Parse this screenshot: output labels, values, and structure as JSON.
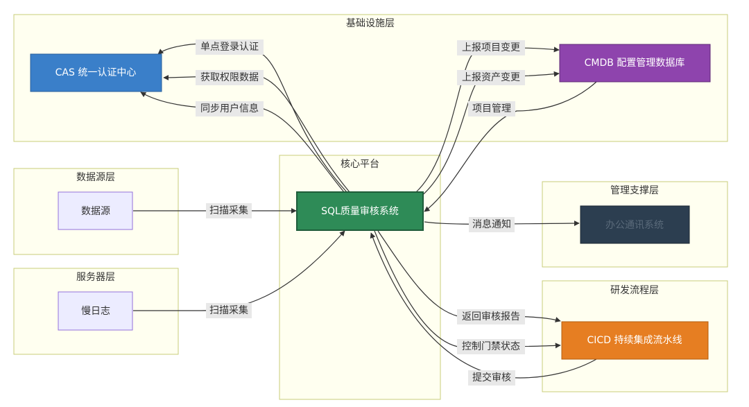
{
  "groups": {
    "infra": "基础设施层",
    "core": "核心平台",
    "datasource": "数据源层",
    "server": "服务器层",
    "mgmt": "管理支撑层",
    "devflow": "研发流程层"
  },
  "nodes": {
    "cas": "CAS 统一认证中心",
    "cmdb": "CMDB 配置管理数据库",
    "sql": "SQL质量审核系统",
    "datasrc": "数据源",
    "slowlog": "慢日志",
    "im": "办公通讯系统",
    "cicd": "CICD 持续集成流水线"
  },
  "edges": {
    "sso": "单点登录认证",
    "perm": "获取权限数据",
    "sync": "同步用户信息",
    "proj_change": "上报项目变更",
    "asset_change": "上报资产变更",
    "proj_mgmt": "项目管理",
    "scan1": "扫描采集",
    "scan2": "扫描采集",
    "notify": "消息通知",
    "report": "返回审核报告",
    "gate": "控制门禁状态",
    "submit": "提交审核"
  },
  "colors": {
    "cas": "#3a7fc9",
    "cmdb": "#8e44ad",
    "sql": "#2e8b57",
    "sqlBorder": "#1f5c3a",
    "source": "#ececff",
    "sourceBorder": "#9370db",
    "im": "#2c3e50",
    "imText": "#5a6a7a",
    "cicd": "#e67e22",
    "cicdBorder": "#b35c10"
  }
}
